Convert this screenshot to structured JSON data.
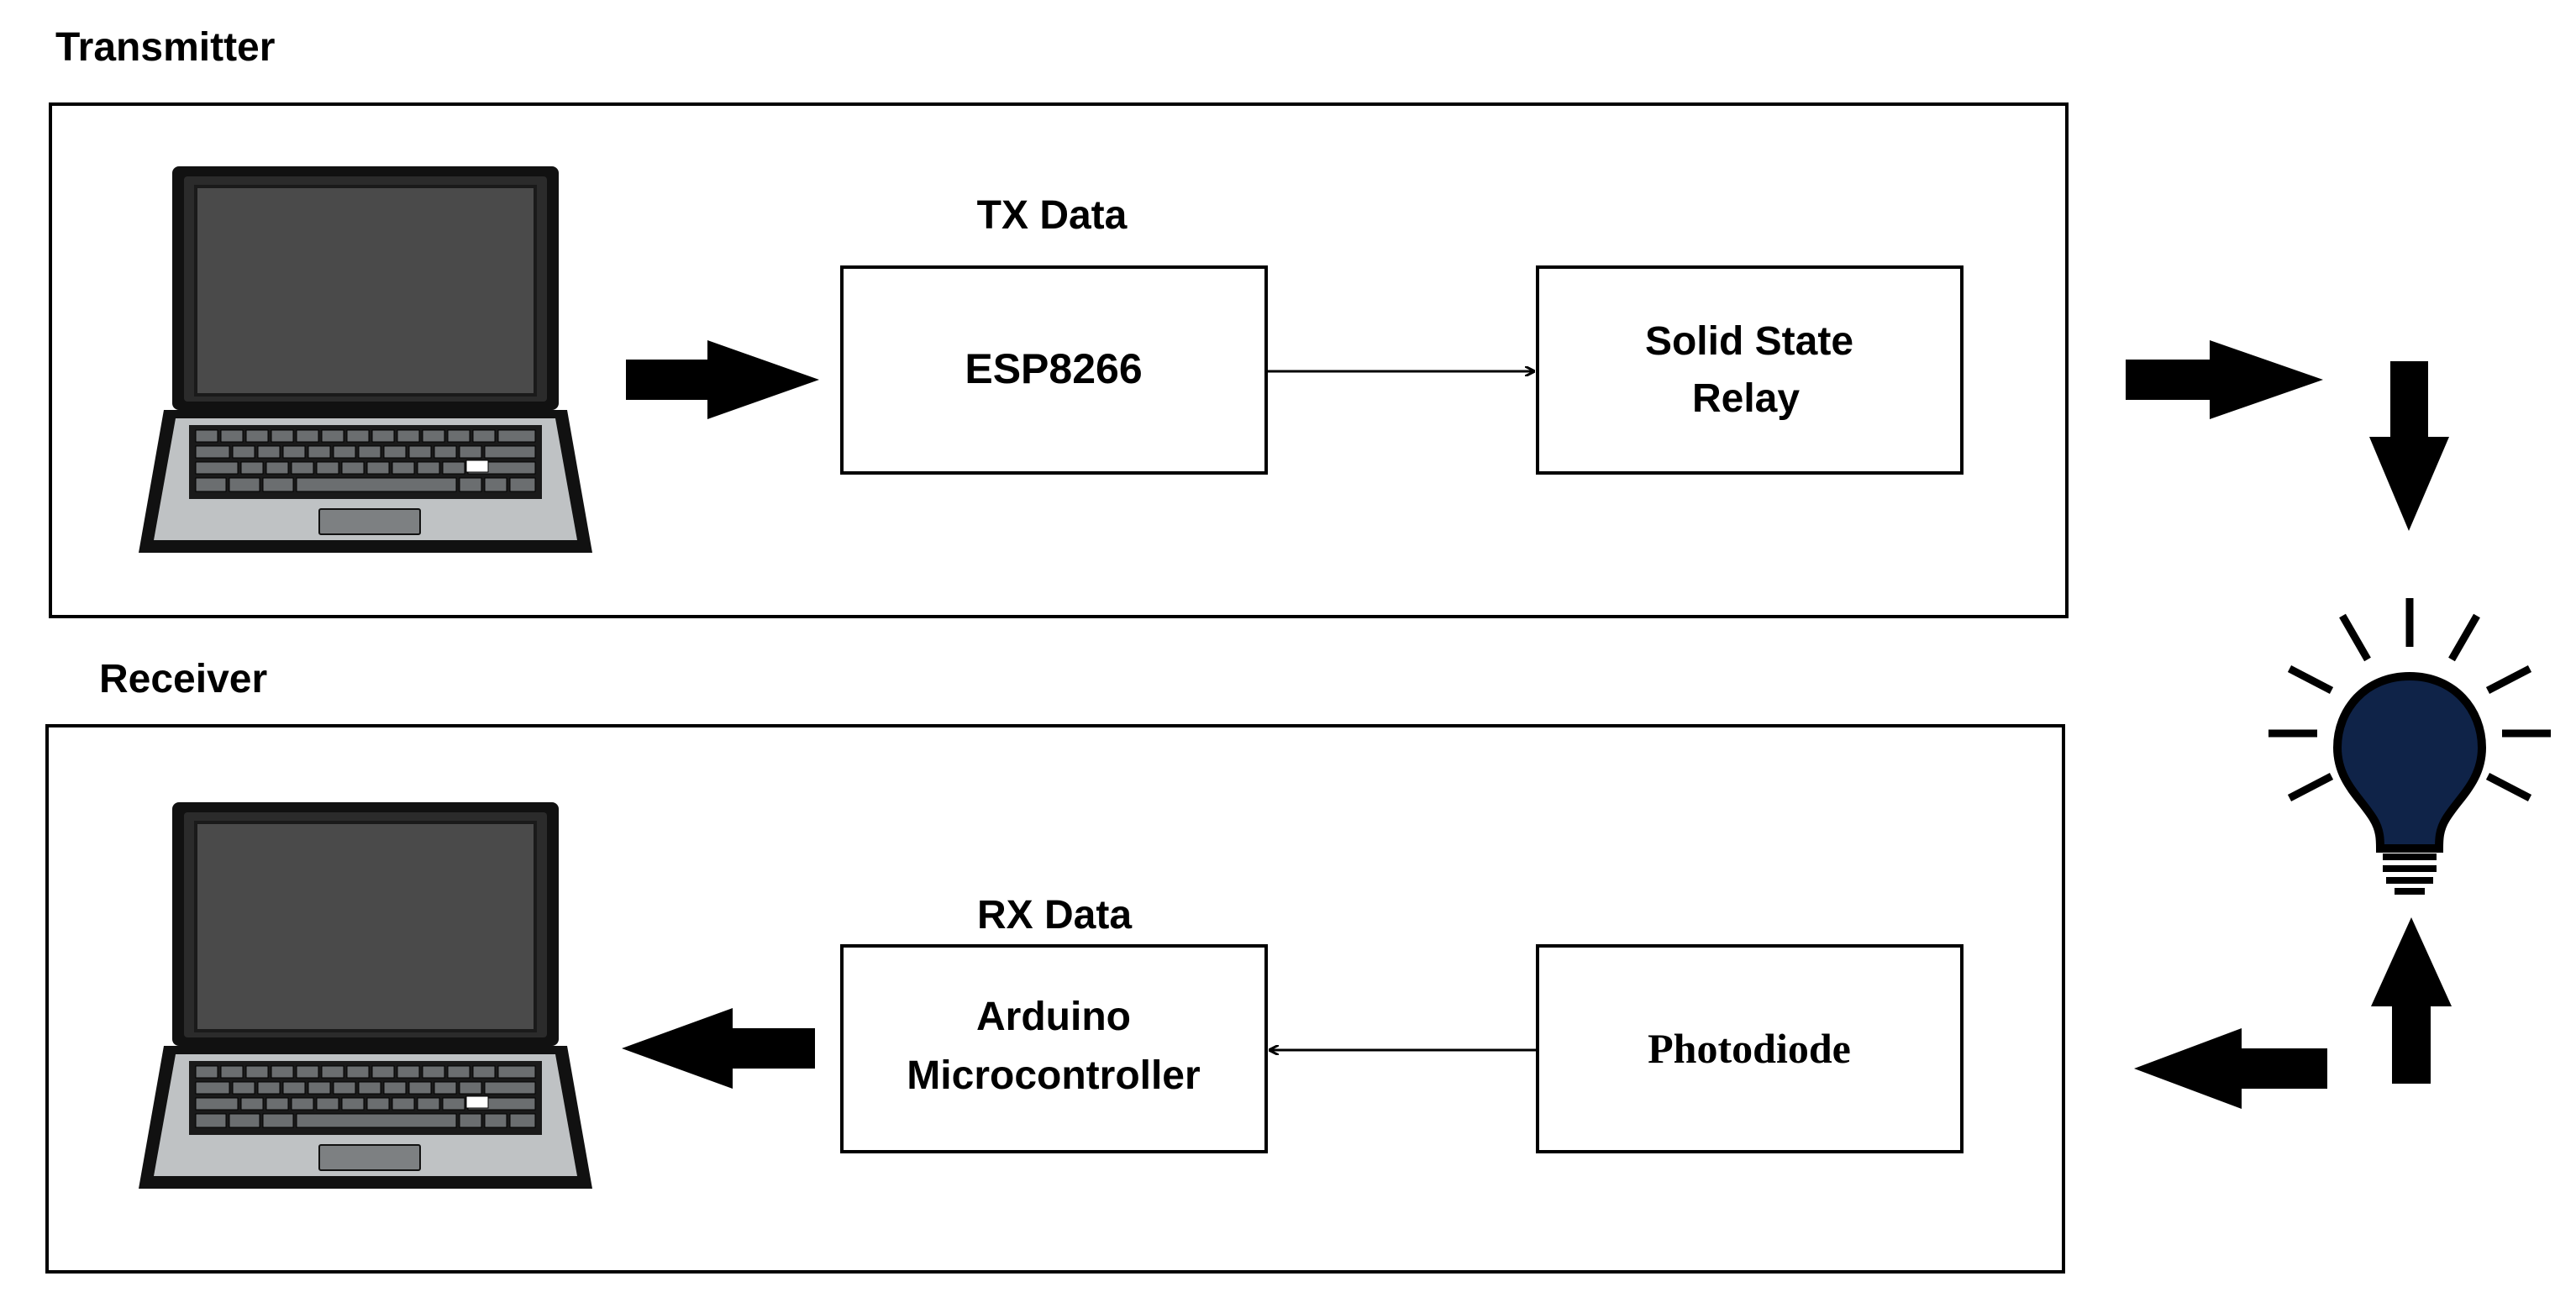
{
  "sections": {
    "transmitter": {
      "label": "Transmitter"
    },
    "receiver": {
      "label": "Receiver"
    }
  },
  "blocks": {
    "tx_data_label": "TX Data",
    "rx_data_label": "RX Data",
    "esp8266": "ESP8266",
    "solid_state_relay": [
      "Solid State",
      "Relay"
    ],
    "arduino": [
      "Arduino",
      "Microcontroller"
    ],
    "photodiode": "Photodiode"
  },
  "icons": {
    "laptop": "laptop-icon",
    "light_bulb": "light-bulb-icon"
  },
  "colors": {
    "bulb": "#0f2348",
    "laptop_screen": "#4a4a4a",
    "laptop_body": "#bfc2c4",
    "stroke": "#000000"
  }
}
